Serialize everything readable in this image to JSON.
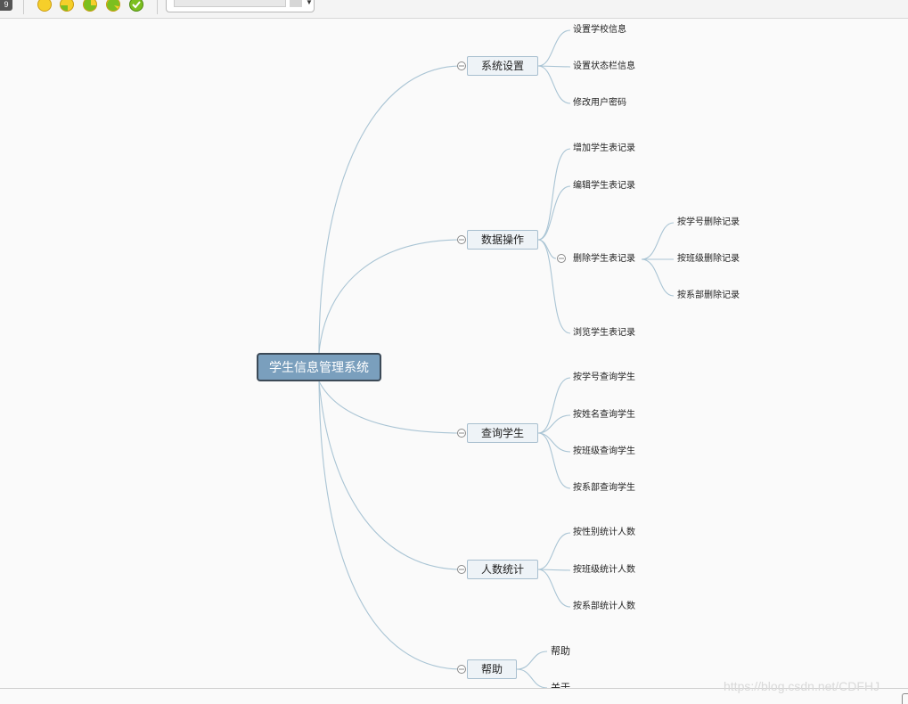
{
  "toolbar": {
    "left_button_label": "9",
    "priority_icons": [
      "progress-quarter-icon",
      "progress-half-icon",
      "progress-three-quarter-icon",
      "progress-seven-eighths-icon",
      "task-done-icon"
    ]
  },
  "mindmap": {
    "root": "学生信息管理系统",
    "branches": [
      {
        "label": "系统设置",
        "children": [
          "设置学校信息",
          "设置状态栏信息",
          "修改用户密码"
        ]
      },
      {
        "label": "数据操作",
        "children": [
          "增加学生表记录",
          "编辑学生表记录",
          "删除学生表记录",
          "浏览学生表记录"
        ],
        "sub": {
          "parent": "删除学生表记录",
          "children": [
            "按学号删除记录",
            "按班级删除记录",
            "按系部删除记录"
          ]
        }
      },
      {
        "label": "查询学生",
        "children": [
          "按学号查询学生",
          "按姓名查询学生",
          "按班级查询学生",
          "按系部查询学生"
        ]
      },
      {
        "label": "人数统计",
        "children": [
          "按性别统计人数",
          "按班级统计人数",
          "按系部统计人数"
        ]
      },
      {
        "label": "帮助",
        "children": [
          "帮助",
          "关于"
        ]
      }
    ]
  },
  "watermark": "https://blog.csdn.net/CDFHJ",
  "colors": {
    "root_fill": "#7a9fbd",
    "root_border": "#3c4a57",
    "branch_fill": "#eef3f7",
    "edge": "#a9c4d4",
    "icon_yellow": "#f6cf2a",
    "icon_green": "#7cbf1f"
  }
}
